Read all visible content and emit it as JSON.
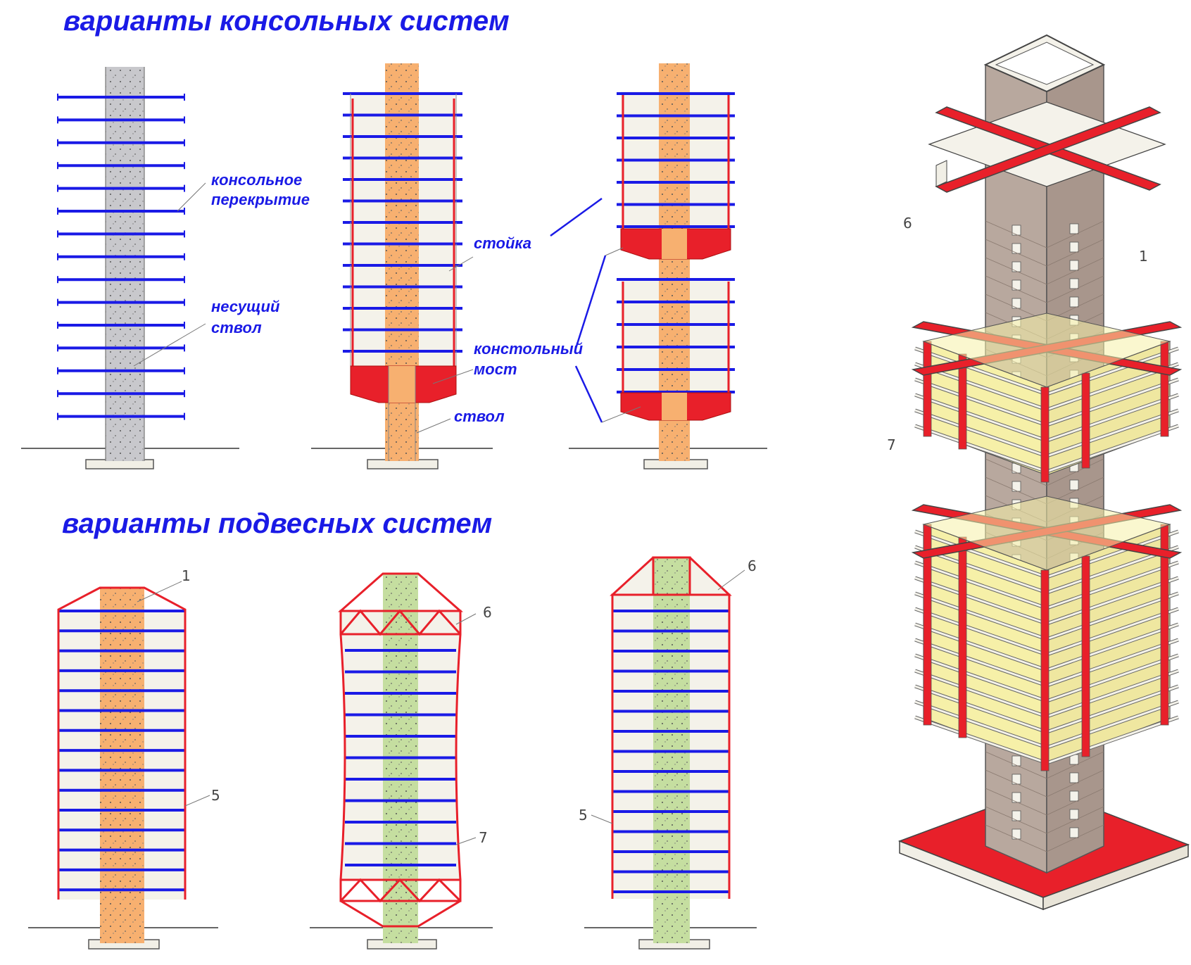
{
  "titles": {
    "cantilever": "варианты консольных систем",
    "suspended": "варианты подвесных систем"
  },
  "labels": {
    "cantilever_slab_1": "консольное",
    "cantilever_slab_2": "перекрытие",
    "core_1": "несущий",
    "core_2": "ствол",
    "column": "стойка",
    "bridge_1": "констольный",
    "bridge_2": "мост",
    "trunk": "ствол"
  },
  "numbers": {
    "n1": "1",
    "n5a": "5",
    "n6a": "6",
    "n7": "7",
    "n6b": "6",
    "n5b": "5",
    "iso_6": "6",
    "iso_1": "1",
    "iso_7": "7"
  },
  "colors": {
    "accent_blue": "#1a1ae6",
    "red": "#e8202a",
    "orange_core": "#f7b070",
    "grey_core": "#c8c8cc",
    "green_core": "#c5dea0",
    "yellow": "#f6f0a8",
    "tan": "#b8a89e",
    "panel": "#f4f2ea"
  }
}
